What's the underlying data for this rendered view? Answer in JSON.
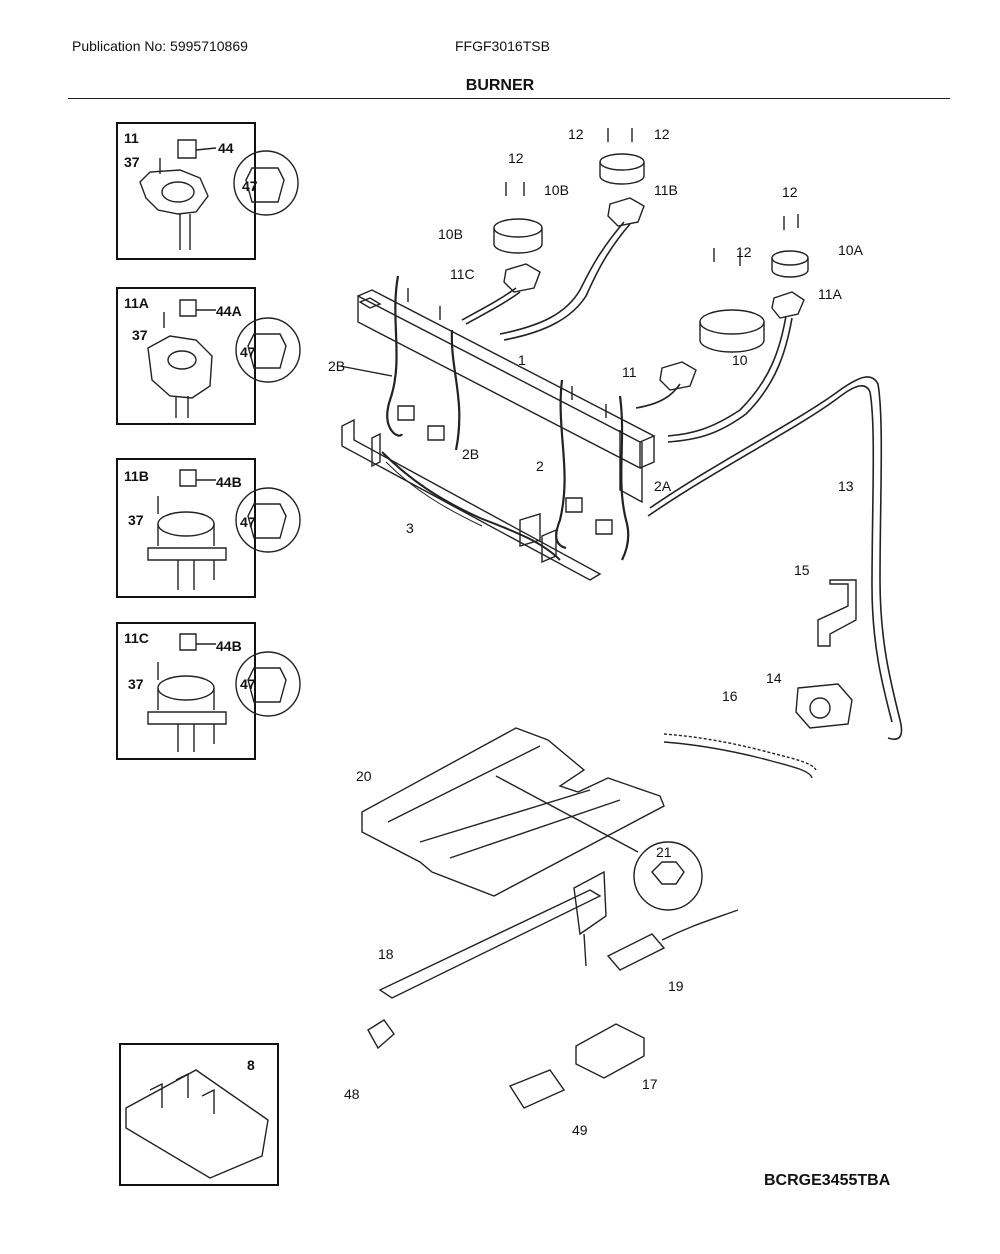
{
  "header": {
    "publication": "Publication No: 5995710869",
    "model": "FFGF3016TSB",
    "title": "BURNER"
  },
  "insets": [
    {
      "name": "11",
      "part": "44",
      "screw": "37",
      "nut": "47"
    },
    {
      "name": "11A",
      "part": "44A",
      "screw": "37",
      "nut": "47"
    },
    {
      "name": "11B",
      "part": "44B",
      "screw": "37",
      "nut": "47"
    },
    {
      "name": "11C",
      "part": "44B",
      "screw": "37",
      "nut": "47"
    }
  ],
  "ignitor_inset": {
    "label": "8"
  },
  "callouts": {
    "c12a": "12",
    "c12b": "12",
    "c12c": "12",
    "c12d": "12",
    "c12e": "12",
    "c10b_top": "10B",
    "c11b": "11B",
    "c10b_left": "10B",
    "c11c": "11C",
    "c10a": "10A",
    "c11a": "11A",
    "c10": "10",
    "c11": "11",
    "c1": "1",
    "c2b_left": "2B",
    "c2b_mid": "2B",
    "c2": "2",
    "c2a": "2A",
    "c3": "3",
    "c13": "13",
    "c15": "15",
    "c14": "14",
    "c16": "16",
    "c20": "20",
    "c21": "21",
    "c18": "18",
    "c19": "19",
    "c48": "48",
    "c17": "17",
    "c49": "49"
  },
  "drawing_code": "BCRGE3455TBA"
}
